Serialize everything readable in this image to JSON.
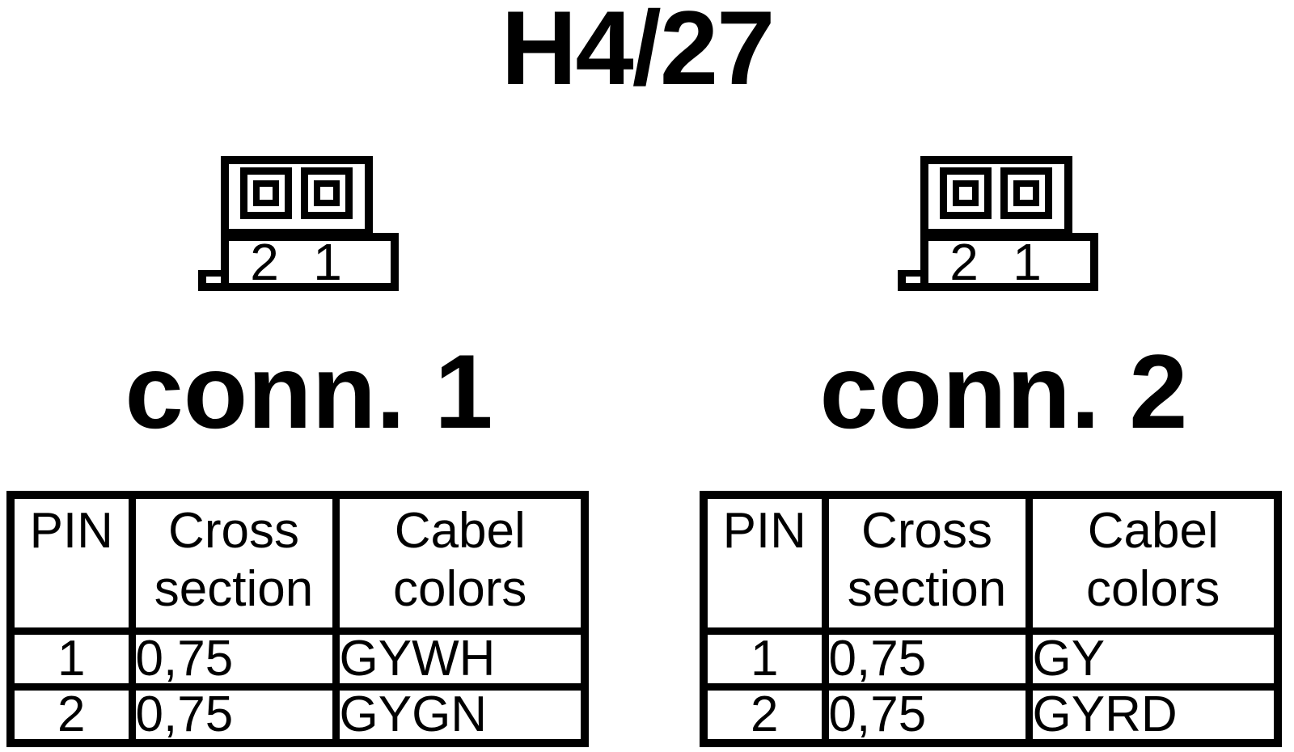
{
  "title": "H4/27",
  "colors": {
    "foreground": "#000000",
    "background": "#ffffff"
  },
  "connectors": [
    {
      "name": "conn. 1",
      "pin_labels": [
        "2",
        "1"
      ],
      "table": {
        "headers": [
          "PIN",
          "Cross section",
          "Cabel colors"
        ],
        "rows": [
          [
            "1",
            "0,75",
            "GYWH"
          ],
          [
            "2",
            "0,75",
            "GYGN"
          ]
        ]
      }
    },
    {
      "name": "conn. 2",
      "pin_labels": [
        "2",
        "1"
      ],
      "table": {
        "headers": [
          "PIN",
          "Cross section",
          "Cabel colors"
        ],
        "rows": [
          [
            "1",
            "0,75",
            "GY"
          ],
          [
            "2",
            "0,75",
            "GYRD"
          ]
        ]
      }
    }
  ]
}
